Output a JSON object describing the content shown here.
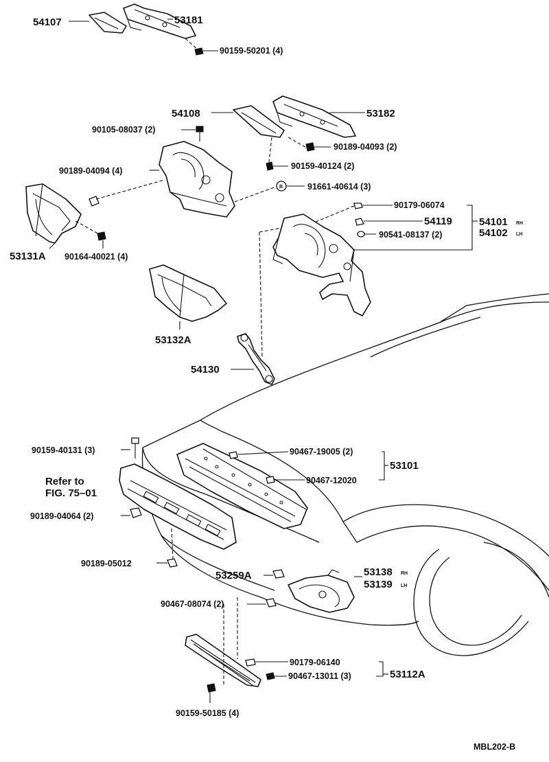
{
  "labels": {
    "p54107": "54107",
    "p53181": "53181",
    "f90159_50201": "90159-50201 (4)",
    "p54108": "54108",
    "p53182": "53182",
    "f90105_08037": "90105-08037 (2)",
    "f90189_04093": "90189-04093 (2)",
    "f90159_40124": "90159-40124 (2)",
    "f90189_04094": "90189-04094 (4)",
    "f91661_40614": "91661-40614 (3)",
    "f91661_mark": "B",
    "f90179_06074": "90179-06074",
    "p54119": "54119",
    "p54101": "54101",
    "p54101_side": "RH",
    "p54102": "54102",
    "p54102_side": "LH",
    "f90541_08137": "90541-08137 (2)",
    "p53131A": "53131A",
    "f90164_40021": "90164-40021 (4)",
    "p53132A": "53132A",
    "p54130": "54130",
    "f90159_40131": "90159-40131 (3)",
    "refer_line1": "Refer to",
    "refer_line2": "FIG. 75–01",
    "f90189_04064": "90189-04064 (2)",
    "f90467_19005": "90467-19005 (2)",
    "p53101": "53101",
    "f90467_12020": "90467-12020",
    "f90189_05012": "90189-05012",
    "p53259A": "53259A",
    "p53138": "53138",
    "p53138_side": "RH",
    "p53139": "53139",
    "p53139_side": "LH",
    "f90467_08074": "90467-08074 (2)",
    "f90179_06140": "90179-06140",
    "f90467_13011": "90467-13011 (3)",
    "p53112A": "53112A",
    "f90159_50185": "90159-50185 (4)",
    "figure_code": "MBL202-B"
  }
}
